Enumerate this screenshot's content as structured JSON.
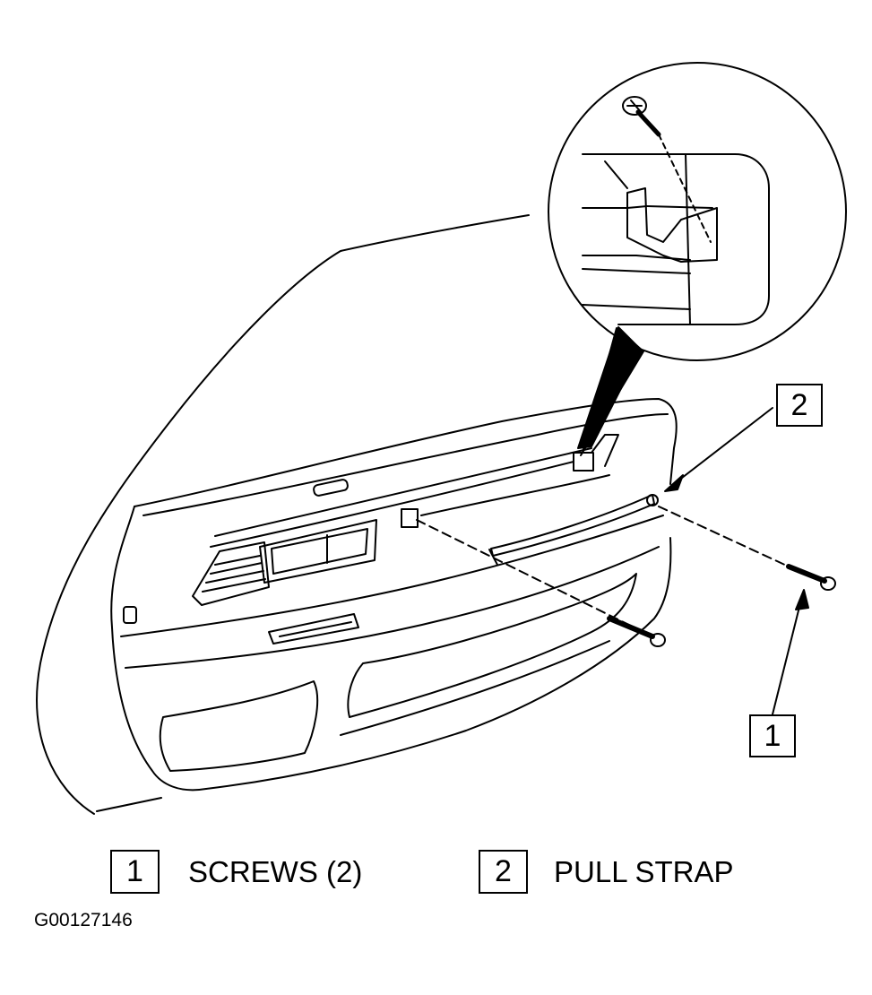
{
  "callouts": {
    "c1": "1",
    "c2": "2"
  },
  "legend": {
    "items": [
      {
        "number": "1",
        "label": "SCREWS (2)"
      },
      {
        "number": "2",
        "label": "PULL STRAP"
      }
    ]
  },
  "figure_id": "G00127146",
  "icons": [
    "screw-icon",
    "pull-strap-icon",
    "clip-detail-icon"
  ]
}
